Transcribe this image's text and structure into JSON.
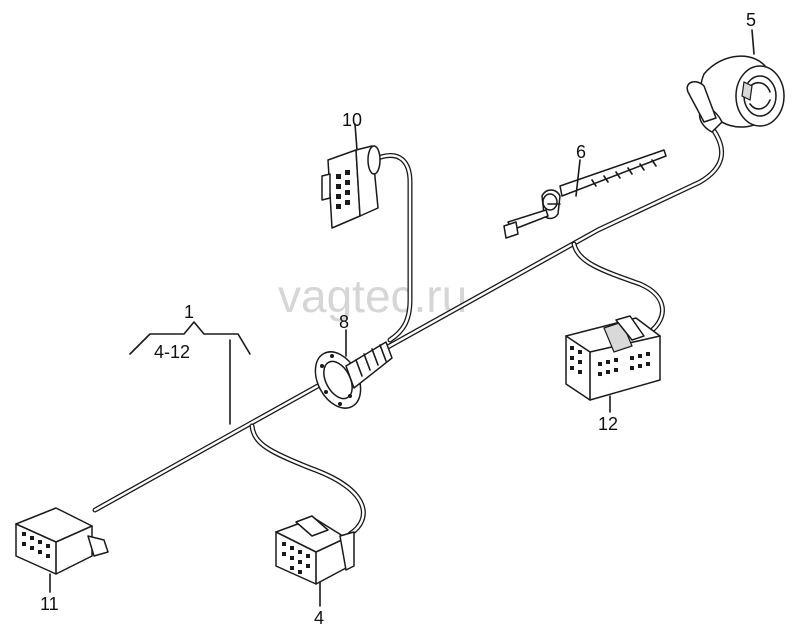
{
  "watermark": "vagtec.ru",
  "callouts": {
    "c1": "1",
    "c1_range": "4-12",
    "c4": "4",
    "c5": "5",
    "c6": "6",
    "c8": "8",
    "c10": "10",
    "c11": "11",
    "c12": "12"
  }
}
